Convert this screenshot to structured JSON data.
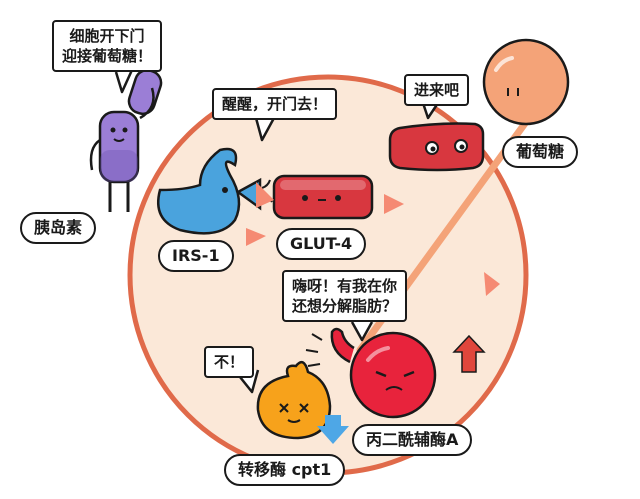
{
  "bubbles": {
    "insulin": [
      "细胞开下门",
      "迎接葡萄糖！"
    ],
    "irs": "醒醒，开门去！",
    "glucose_enter": "进来吧",
    "acc": [
      "嗨呀！有我在你",
      "还想分解脂肪？"
    ],
    "cpt": "不！"
  },
  "labels": {
    "insulin": "胰岛素",
    "irs1": "IRS-1",
    "glut4": "GLUT-4",
    "glucose": "葡萄糖",
    "acc": "丙二酰辅酶A",
    "cpt1": "转移酶 cpt1"
  },
  "colors": {
    "cell_fill": "#fbe8d8",
    "cell_border": "#e06a4a",
    "insulin": "#9b7ed6",
    "insulin_dark": "#6b4fb0",
    "irs": "#4aa3dd",
    "glut": "#d8373f",
    "glucose": "#f4a378",
    "acc": "#e8233c",
    "cpt": "#f7a21b",
    "arrow": "#f58a73",
    "blue_arrow": "#4ea7e6",
    "up_arrow": "#e0463c"
  }
}
